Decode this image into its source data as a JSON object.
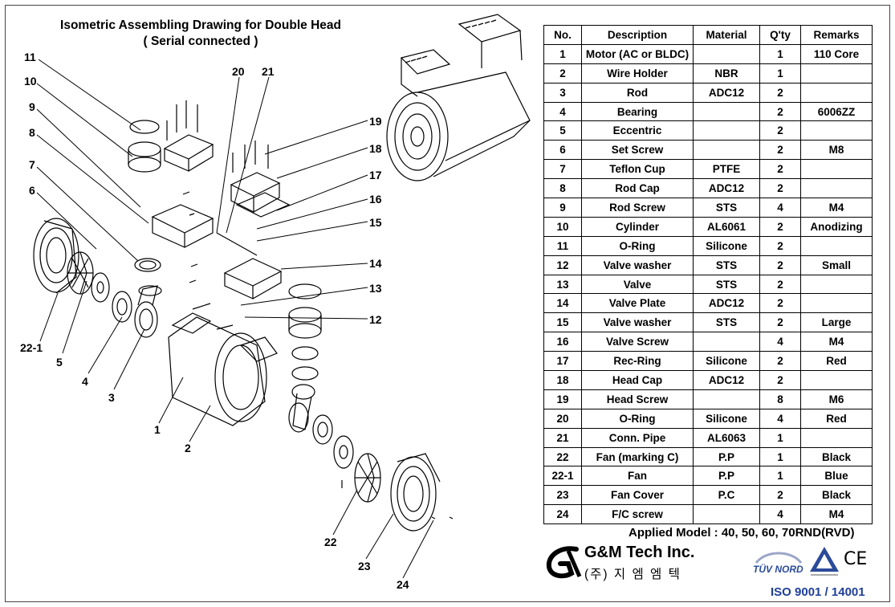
{
  "title": {
    "line1": "Isometric Assembling Drawing for Double Head",
    "line2": "( Serial connected )"
  },
  "callouts": {
    "c11": "11",
    "c10": "10",
    "c9": "9",
    "c8": "8",
    "c7": "7",
    "c6": "6",
    "c20": "20",
    "c21": "21",
    "c19": "19",
    "c18": "18",
    "c17": "17",
    "c16": "16",
    "c15": "15",
    "c14": "14",
    "c13": "13",
    "c12": "12",
    "c22_1": "22-1",
    "c5": "5",
    "c4": "4",
    "c3": "3",
    "c1": "1",
    "c2": "2",
    "c22": "22",
    "c23": "23",
    "c24": "24"
  },
  "table": {
    "headers": {
      "no": "No.",
      "description": "Description",
      "material": "Material",
      "qty": "Q'ty",
      "remarks": "Remarks"
    },
    "rows": [
      {
        "no": "1",
        "description": "Motor (AC or BLDC)",
        "material": "",
        "qty": "1",
        "remarks": "110 Core"
      },
      {
        "no": "2",
        "description": "Wire Holder",
        "material": "NBR",
        "qty": "1",
        "remarks": ""
      },
      {
        "no": "3",
        "description": "Rod",
        "material": "ADC12",
        "qty": "2",
        "remarks": ""
      },
      {
        "no": "4",
        "description": "Bearing",
        "material": "",
        "qty": "2",
        "remarks": "6006ZZ"
      },
      {
        "no": "5",
        "description": "Eccentric",
        "material": "",
        "qty": "2",
        "remarks": ""
      },
      {
        "no": "6",
        "description": "Set Screw",
        "material": "",
        "qty": "2",
        "remarks": "M8"
      },
      {
        "no": "7",
        "description": "Teflon Cup",
        "material": "PTFE",
        "qty": "2",
        "remarks": ""
      },
      {
        "no": "8",
        "description": "Rod Cap",
        "material": "ADC12",
        "qty": "2",
        "remarks": ""
      },
      {
        "no": "9",
        "description": "Rod Screw",
        "material": "STS",
        "qty": "4",
        "remarks": "M4"
      },
      {
        "no": "10",
        "description": "Cylinder",
        "material": "AL6061",
        "qty": "2",
        "remarks": "Anodizing"
      },
      {
        "no": "11",
        "description": "O-Ring",
        "material": "Silicone",
        "qty": "2",
        "remarks": ""
      },
      {
        "no": "12",
        "description": "Valve washer",
        "material": "STS",
        "qty": "2",
        "remarks": "Small"
      },
      {
        "no": "13",
        "description": "Valve",
        "material": "STS",
        "qty": "2",
        "remarks": ""
      },
      {
        "no": "14",
        "description": "Valve Plate",
        "material": "ADC12",
        "qty": "2",
        "remarks": ""
      },
      {
        "no": "15",
        "description": "Valve washer",
        "material": "STS",
        "qty": "2",
        "remarks": "Large"
      },
      {
        "no": "16",
        "description": "Valve Screw",
        "material": "",
        "qty": "4",
        "remarks": "M4"
      },
      {
        "no": "17",
        "description": "Rec-Ring",
        "material": "Silicone",
        "qty": "2",
        "remarks": "Red"
      },
      {
        "no": "18",
        "description": "Head Cap",
        "material": "ADC12",
        "qty": "2",
        "remarks": ""
      },
      {
        "no": "19",
        "description": "Head Screw",
        "material": "",
        "qty": "8",
        "remarks": "M6"
      },
      {
        "no": "20",
        "description": "O-Ring",
        "material": "Silicone",
        "qty": "4",
        "remarks": "Red"
      },
      {
        "no": "21",
        "description": "Conn. Pipe",
        "material": "AL6063",
        "qty": "1",
        "remarks": ""
      },
      {
        "no": "22",
        "description": "Fan (marking C)",
        "material": "P.P",
        "qty": "1",
        "remarks": "Black"
      },
      {
        "no": "22-1",
        "description": "Fan",
        "material": "P.P",
        "qty": "1",
        "remarks": "Blue"
      },
      {
        "no": "23",
        "description": "Fan Cover",
        "material": "P.C",
        "qty": "2",
        "remarks": "Black"
      },
      {
        "no": "24",
        "description": "F/C screw",
        "material": "",
        "qty": "4",
        "remarks": "M4"
      }
    ]
  },
  "applied_model": "Applied Model : 40, 50, 60, 70RND(RVD)",
  "company": {
    "name": "G&M Tech Inc.",
    "korean": "(주) 지 엠 엠 텍"
  },
  "certs": {
    "tuv": "TÜV NORD",
    "ce": "CE",
    "iso": "ISO 9001 / 14001"
  },
  "colors": {
    "iso_text": "#1f3f97",
    "tuv_blue": "#2b4a9a",
    "line": "#000000"
  }
}
